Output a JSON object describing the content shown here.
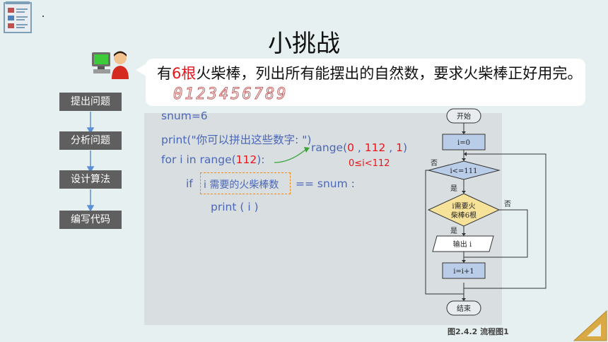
{
  "title": "小挑战",
  "callout": {
    "prefix": "有",
    "highlight": "6根",
    "suffix": "火柴棒，列出所有能摆出的自然数，要求火柴棒正好用完。",
    "digits": "0123456789"
  },
  "steps": [
    "提出问题",
    "分析问题",
    "设计算法",
    "编写代码"
  ],
  "code": {
    "line1": "snum=6",
    "line2": "print(\"你可以拼出这些数字: \")",
    "line3_pre": "for  i  in  range(",
    "line3_num": "112",
    "line3_post": "):",
    "line4_if": "if",
    "line4_box": "i  需要的火柴棒数",
    "line4_post": "== snum :",
    "line5": "print ( i )",
    "range_pre": "range(",
    "range_a": "0",
    "range_sep1": " , ",
    "range_b": "112",
    "range_sep2": " , ",
    "range_c": "1",
    "range_post": ")",
    "range_note": "0≤i<112"
  },
  "flowchart": {
    "start": "开始",
    "init": "i=0",
    "cond1": "i<=111",
    "cond2_line1": "i需要火",
    "cond2_line2": "柴棒6根",
    "output": "输出 i",
    "incr": "i=i+1",
    "end": "结束",
    "yes": "是",
    "no": "否",
    "caption": "图2.4.2   流程图1"
  },
  "colors": {
    "background": "#e7f0f0",
    "accent_red": "#e8141b",
    "code_blue": "#4a67b8",
    "step_gray": "#5f5f5f",
    "flow_blue_fill": "#b9cde8",
    "flow_yellow_fill": "#f7e29a",
    "dash_orange": "#f28a1a"
  }
}
